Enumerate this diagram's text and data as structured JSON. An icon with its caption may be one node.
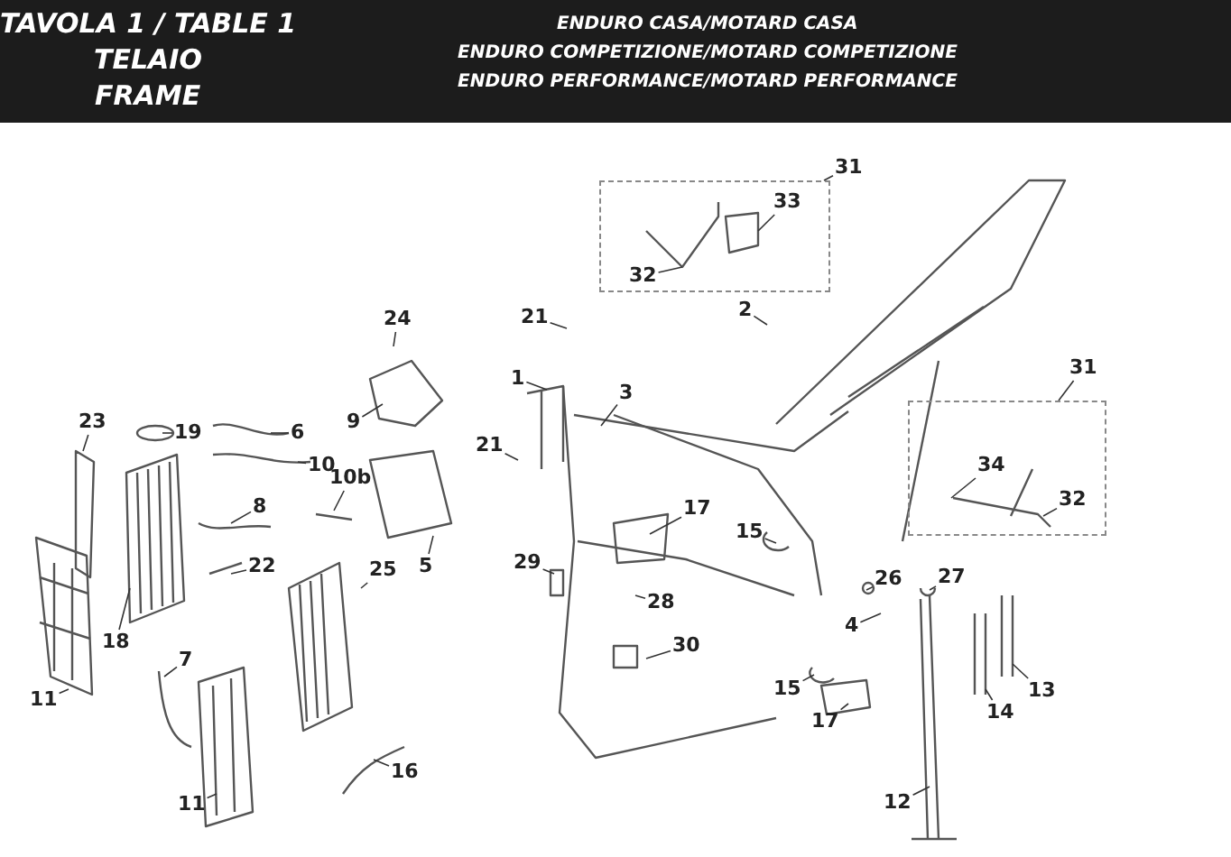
{
  "diagram": {
    "title": "TAVOLA 1 / TABLE 1",
    "nodes": [
      {
        "text": [
          "31"
        ]
      },
      {
        "text": [],
        "shape": "box"
      },
      {
        "text": [
          "33"
        ],
        "in": 1
      },
      {
        "text": [
          "32"
        ],
        "in": 1
      },
      {
        "text": [
          "2"
        ]
      },
      {
        "text": [
          "21"
        ]
      },
      {
        "text": [
          "24"
        ]
      },
      {
        "text": [
          "1"
        ]
      },
      {
        "text": [
          "23"
        ]
      },
      {
        "text": [
          "19"
        ]
      },
      {
        "text": [
          "6"
        ]
      },
      {
        "text": [
          "9"
        ]
      },
      {
        "text": [
          "3"
        ]
      },
      {
        "text": [
          "21"
        ]
      },
      {
        "text": [
          "31"
        ]
      },
      {
        "text": [],
        "shape": "box"
      },
      {
        "text": [
          "34"
        ],
        "in": 15
      },
      {
        "text": [
          "32"
        ],
        "in": 15
      },
      {
        "text": [
          "10"
        ]
      },
      {
        "text": [
          "8"
        ]
      },
      {
        "text": [
          "10b"
        ]
      },
      {
        "text": [
          "5"
        ]
      },
      {
        "text": [
          "17"
        ]
      },
      {
        "text": [
          "15"
        ]
      },
      {
        "text": [
          "22"
        ]
      },
      {
        "text": [
          "25"
        ]
      },
      {
        "text": [
          "29"
        ]
      },
      {
        "text": [
          "18"
        ]
      },
      {
        "text": [
          "28"
        ]
      },
      {
        "text": [
          "26"
        ]
      },
      {
        "text": [
          "27"
        ]
      },
      {
        "text": [
          "4"
        ]
      },
      {
        "text": [
          "30"
        ]
      },
      {
        "text": [
          "7"
        ]
      },
      {
        "text": [
          "15"
        ]
      },
      {
        "text": [
          "13"
        ]
      },
      {
        "text": [
          "14"
        ]
      },
      {
        "text": [
          "11"
        ]
      },
      {
        "text": [
          "17"
        ]
      },
      {
        "text": [
          "16"
        ]
      },
      {
        "text": [
          "11"
        ]
      },
      {
        "text": [
          "12"
        ]
      }
    ],
    "edges": [
      {
        "from": 0,
        "to": 1,
        "arrow": "none"
      },
      {
        "from": 2,
        "to": null,
        "arrow": "none"
      },
      {
        "from": 3,
        "to": null,
        "arrow": "none"
      },
      {
        "from": 4,
        "to": null,
        "arrow": "none"
      },
      {
        "from": 5,
        "to": null,
        "arrow": "none"
      },
      {
        "from": 6,
        "to": null,
        "arrow": "none"
      },
      {
        "from": 7,
        "to": null,
        "arrow": "none"
      },
      {
        "from": 8,
        "to": null,
        "arrow": "none"
      },
      {
        "from": 9,
        "to": null,
        "arrow": "none"
      },
      {
        "from": 10,
        "to": null,
        "arrow": "none"
      },
      {
        "from": 11,
        "to": null,
        "arrow": "none"
      },
      {
        "from": 12,
        "to": null,
        "arrow": "none"
      },
      {
        "from": 13,
        "to": null,
        "arrow": "none"
      },
      {
        "from": 14,
        "to": 15,
        "arrow": "none"
      },
      {
        "from": 16,
        "to": null,
        "arrow": "none"
      },
      {
        "from": 17,
        "to": null,
        "arrow": "none"
      },
      {
        "from": 18,
        "to": null,
        "arrow": "none"
      },
      {
        "from": 19,
        "to": null,
        "arrow": "none"
      },
      {
        "from": 20,
        "to": null,
        "arrow": "none"
      },
      {
        "from": 21,
        "to": null,
        "arrow": "none"
      },
      {
        "from": 22,
        "to": null,
        "arrow": "none"
      },
      {
        "from": 23,
        "to": null,
        "arrow": "none"
      },
      {
        "from": 24,
        "to": null,
        "arrow": "none"
      },
      {
        "from": 25,
        "to": null,
        "arrow": "none"
      },
      {
        "from": 26,
        "to": null,
        "arrow": "none"
      },
      {
        "from": 27,
        "to": null,
        "arrow": "none"
      },
      {
        "from": 28,
        "to": null,
        "arrow": "none"
      },
      {
        "from": 29,
        "to": null,
        "arrow": "none"
      },
      {
        "from": 30,
        "to": null,
        "arrow": "none"
      },
      {
        "from": 31,
        "to": null,
        "arrow": "none"
      },
      {
        "from": 32,
        "to": null,
        "arrow": "none"
      },
      {
        "from": 33,
        "to": null,
        "arrow": "none"
      },
      {
        "from": 34,
        "to": null,
        "arrow": "none"
      },
      {
        "from": 35,
        "to": null,
        "arrow": "none"
      },
      {
        "from": 36,
        "to": null,
        "arrow": "none"
      },
      {
        "from": 37,
        "to": null,
        "arrow": "none"
      },
      {
        "from": 38,
        "to": null,
        "arrow": "none"
      },
      {
        "from": 39,
        "to": null,
        "arrow": "none"
      },
      {
        "from": 40,
        "to": null,
        "arrow": "none"
      },
      {
        "from": 41,
        "to": null,
        "arrow": "none"
      }
    ],
    "labels": [
      "TELAIO",
      "FRAME",
      "ENDURO CASA/MOTARD CASA",
      "ENDURO COMPETIZIONE/MOTARD COMPETIZIONE",
      "ENDURO PERFORMANCE/MOTARD PERFORMANCE"
    ]
  }
}
